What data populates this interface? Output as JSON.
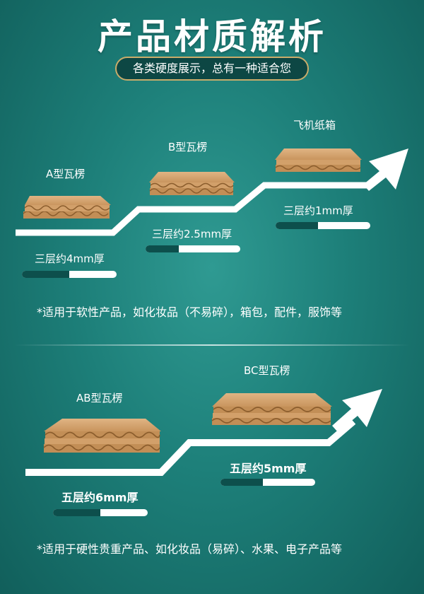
{
  "header": {
    "title": "产品材质解析",
    "subtitle": "各类硬度展示，总有一种适合您"
  },
  "section1": {
    "items": [
      {
        "name": "A型瓦楞",
        "spec": "三层约4mm厚",
        "level": 0.5
      },
      {
        "name": "B型瓦楞",
        "spec": "三层约2.5mm厚",
        "level": 0.35
      },
      {
        "name": "飞机纸箱",
        "spec": "三层约1mm厚",
        "level": 0.45
      }
    ],
    "note": "*适用于软性产品，如化妆品（不易碎），箱包，配件，服饰等"
  },
  "section2": {
    "items": [
      {
        "name": "AB型瓦楞",
        "spec": "五层约6mm厚",
        "level": 0.5
      },
      {
        "name": "BC型瓦楞",
        "spec": "五层约5mm厚",
        "level": 0.45
      }
    ],
    "note": "*适用于硬性贵重产品、如化妆品（易碎）、水果、电子产品等"
  },
  "colors": {
    "accent_gold": "#c9ac6a",
    "cardboard": "#d6a873",
    "bar_dark": "#0d4f4c"
  }
}
